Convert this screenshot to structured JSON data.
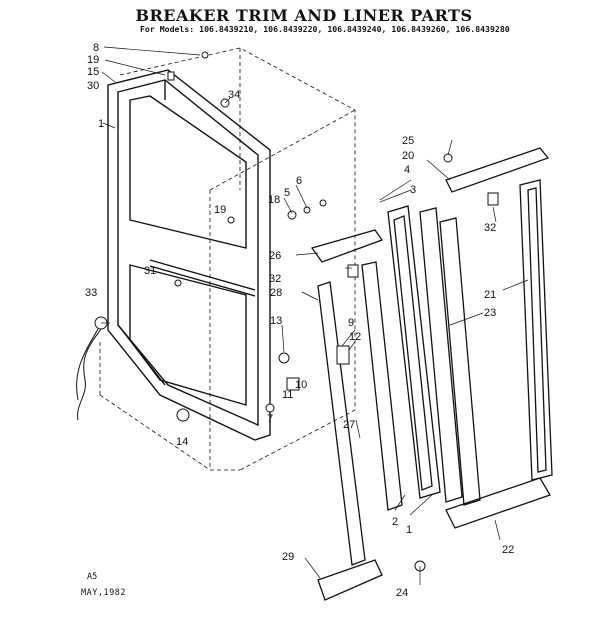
{
  "title": "BREAKER TRIM AND LINER PARTS",
  "models_line": "For Models: 106.8439210, 106.8439220, 106.8439240, 106.8439260, 106.8439280",
  "footer": {
    "code": "A5",
    "date": "MAY,1982"
  },
  "callouts": [
    "8",
    "19",
    "15",
    "30",
    "1",
    "34",
    "6",
    "5",
    "18",
    "19",
    "31",
    "33",
    "13",
    "9",
    "12",
    "10",
    "11",
    "7",
    "14",
    "26",
    "32",
    "28",
    "27",
    "29",
    "24",
    "25",
    "20",
    "4",
    "3",
    "32",
    "21",
    "23",
    "2",
    "1",
    "22"
  ],
  "colors": {
    "ink": "#111111",
    "paper": "#ffffff"
  }
}
